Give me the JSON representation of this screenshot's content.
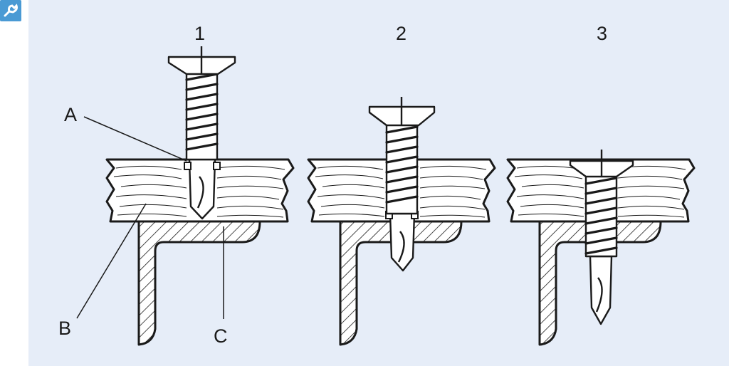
{
  "figure": {
    "step_numbers": [
      "1",
      "2",
      "3"
    ],
    "callouts": {
      "a": "A",
      "b": "B",
      "c": "C"
    }
  },
  "colors": {
    "panel_background": "#e6edf8",
    "logo": "#4a9ad4",
    "line": "#1a1a1a"
  },
  "icons": {
    "corner_logo": "wrench-logo-icon"
  }
}
